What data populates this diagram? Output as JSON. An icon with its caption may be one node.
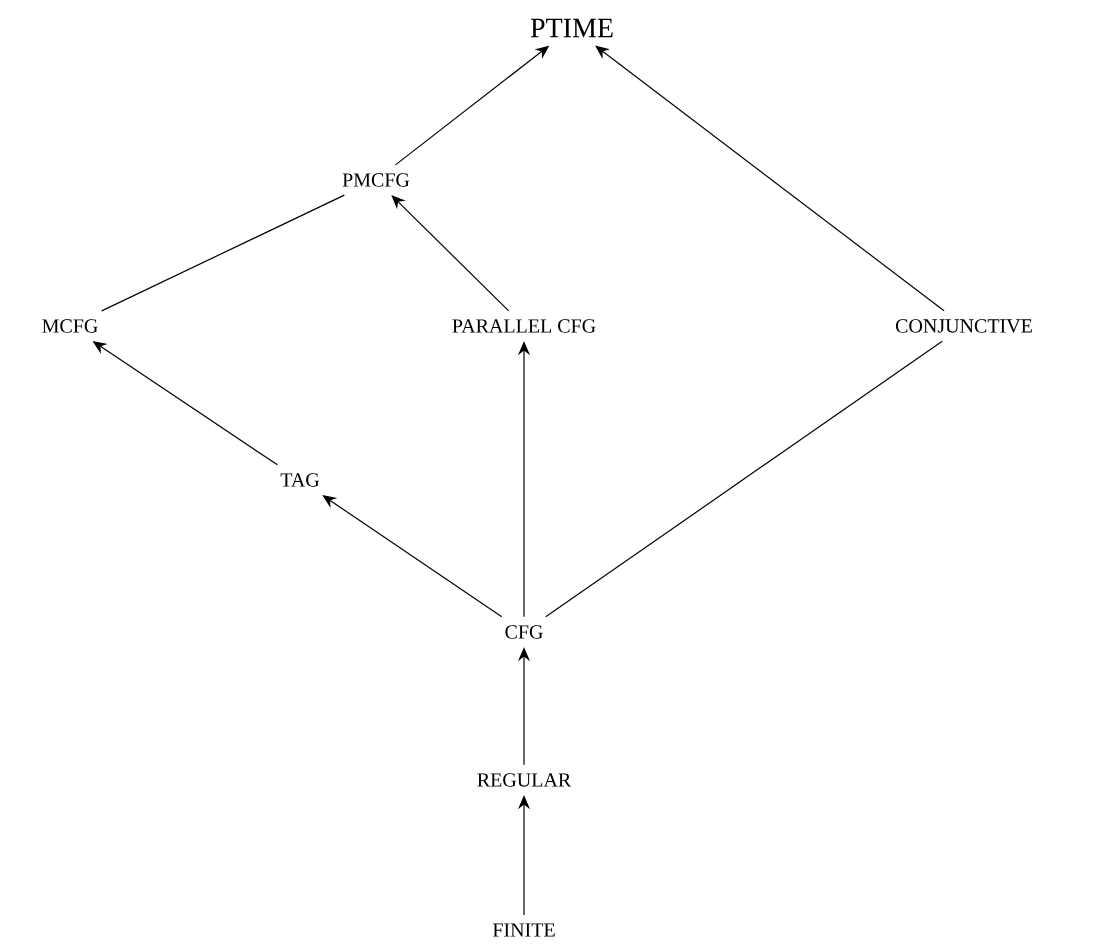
{
  "diagram": {
    "nodes": [
      {
        "text": [
          "PTIME"
        ]
      },
      {
        "text": [
          "PMCFG"
        ]
      },
      {
        "text": [
          "MCFG"
        ]
      },
      {
        "text": [
          "PARALLEL CFG"
        ]
      },
      {
        "text": [
          "CONJUNCTIVE"
        ]
      },
      {
        "text": [
          "TAG"
        ]
      },
      {
        "text": [
          "CFG"
        ]
      },
      {
        "text": [
          "REGULAR"
        ]
      },
      {
        "text": [
          "FINITE"
        ]
      }
    ],
    "edges": [
      {
        "from": 1,
        "to": 0,
        "arrow": "to"
      },
      {
        "from": 4,
        "to": 0,
        "arrow": "to"
      },
      {
        "from": 2,
        "to": 1,
        "arrow": "none"
      },
      {
        "from": 3,
        "to": 1,
        "arrow": "to"
      },
      {
        "from": 5,
        "to": 2,
        "arrow": "to"
      },
      {
        "from": 6,
        "to": 5,
        "arrow": "to"
      },
      {
        "from": 6,
        "to": 3,
        "arrow": "to"
      },
      {
        "from": 6,
        "to": 4,
        "arrow": "none"
      },
      {
        "from": 7,
        "to": 6,
        "arrow": "to"
      },
      {
        "from": 8,
        "to": 7,
        "arrow": "to"
      }
    ]
  }
}
